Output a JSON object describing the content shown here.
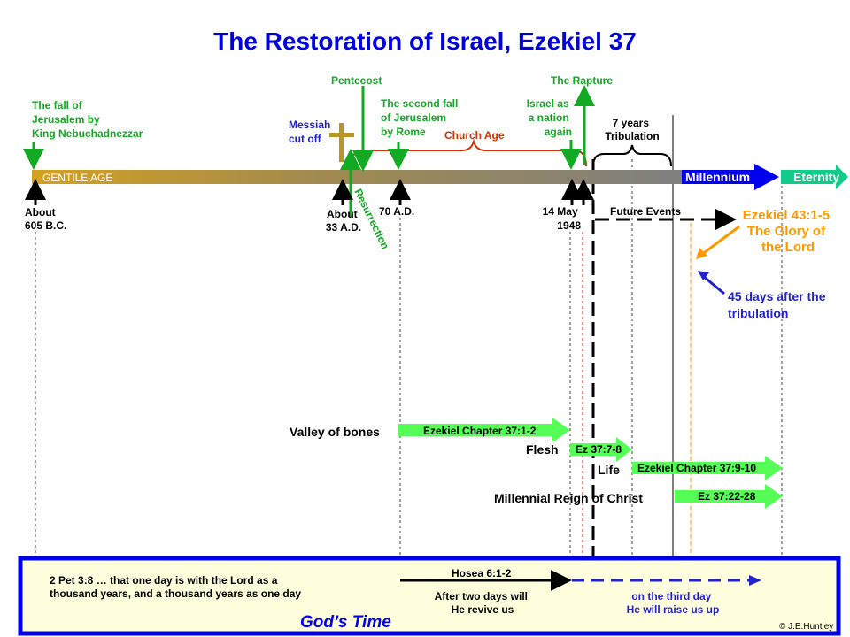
{
  "title": "The Restoration of Israel, Ezekiel 37",
  "timeline": {
    "gentile_age": "GENTILE AGE",
    "millennium": "Millennium",
    "eternity": "Eternity",
    "church_age": "Church Age",
    "tribulation": [
      "7 years",
      "Tribulation"
    ],
    "future_events": "Future Events"
  },
  "events_above": {
    "fall_jerusalem": [
      "The fall of",
      "Jerusalem by",
      "King Nebuchadnezzar"
    ],
    "messiah": [
      "Messiah",
      "cut off"
    ],
    "pentecost": "Pentecost",
    "second_fall": [
      "The second fall",
      "of Jerusalem",
      "by Rome"
    ],
    "israel_nation": [
      "Israel as",
      "a nation",
      "again"
    ],
    "rapture": "The Rapture"
  },
  "dates_below": {
    "d605": [
      "About",
      "605 B.C."
    ],
    "d33": [
      "About",
      "33 A.D."
    ],
    "resurrection": "Resurrection",
    "d70": "70 A.D.",
    "d1948": [
      "14 May",
      "1948"
    ]
  },
  "right_notes": {
    "ezekiel43": [
      "Ezekiel 43:1-5",
      "The Glory of",
      "the Lord"
    ],
    "days45": [
      "45 days after the",
      "tribulation"
    ]
  },
  "ezekiel_steps": [
    {
      "label": "Valley of bones",
      "ref": "Ezekiel Chapter 37:1-2"
    },
    {
      "label": "Flesh",
      "ref": "Ez 37:7-8"
    },
    {
      "label": "Life",
      "ref": "Ezekiel Chapter 37:9-10"
    },
    {
      "label": "Millennial  Reign of Christ",
      "ref": "Ez 37:22-28"
    }
  ],
  "gods_time": {
    "pet_quote": [
      "2 Pet 3:8  … that one day is with the Lord as a",
      "thousand  years, and a thousand years as one day"
    ],
    "hosea_ref": "Hosea 6:1-2",
    "two_days": [
      "After two days will",
      "He revive us"
    ],
    "third_day": [
      "on the third day",
      "He will raise us up"
    ],
    "heading": "God’s Time",
    "copyright": "©  J.E.Huntley"
  },
  "colors": {
    "title": "#0000dd",
    "green": "#11aa22",
    "blue": "#2222cc",
    "orange": "#ff9900",
    "church": "#cc3300",
    "box_fill": "#ffffdd"
  }
}
